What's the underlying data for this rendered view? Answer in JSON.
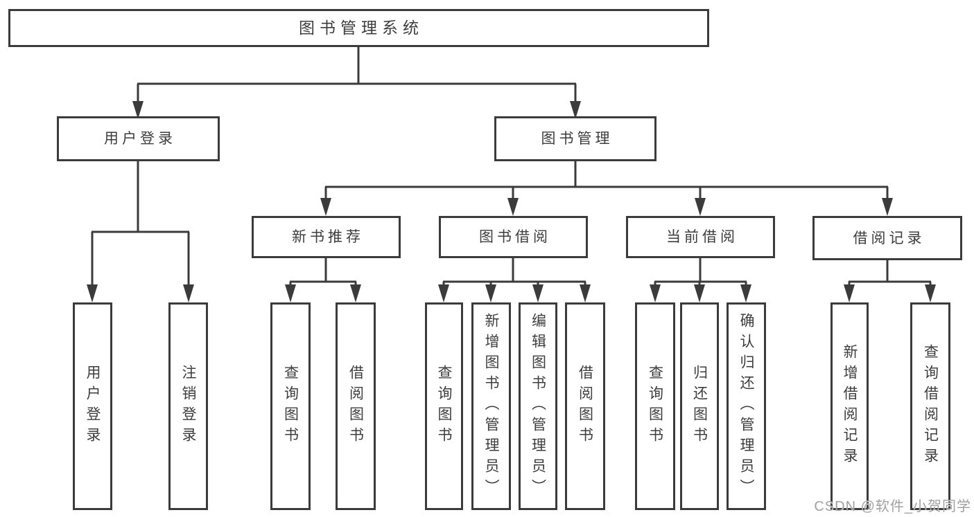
{
  "colors": {
    "line": "#3b3b3b",
    "text": "#3d3d3d",
    "watermark": "#a0a0a0",
    "background": "#ffffff"
  },
  "watermark": {
    "text": "CSDN @软件_小贺同学"
  },
  "tree": {
    "label": "图书管理系统",
    "children": [
      {
        "label": "用户登录",
        "children": [
          {
            "label": "用户登录"
          },
          {
            "label": "注销登录"
          }
        ]
      },
      {
        "label": "图书管理",
        "children": [
          {
            "label": "新书推荐",
            "children": [
              {
                "label": "查询图书"
              },
              {
                "label": "借阅图书"
              }
            ]
          },
          {
            "label": "图书借阅",
            "children": [
              {
                "label": "查询图书"
              },
              {
                "label": "新增图书（管理员）"
              },
              {
                "label": "编辑图书（管理员）"
              },
              {
                "label": "借阅图书"
              }
            ]
          },
          {
            "label": "当前借阅",
            "children": [
              {
                "label": "查询图书"
              },
              {
                "label": "归还图书"
              },
              {
                "label": "确认归还（管理员）"
              }
            ]
          },
          {
            "label": "借阅记录",
            "children": [
              {
                "label": "新增借阅记录"
              },
              {
                "label": "查询借阅记录"
              }
            ]
          }
        ]
      }
    ]
  }
}
